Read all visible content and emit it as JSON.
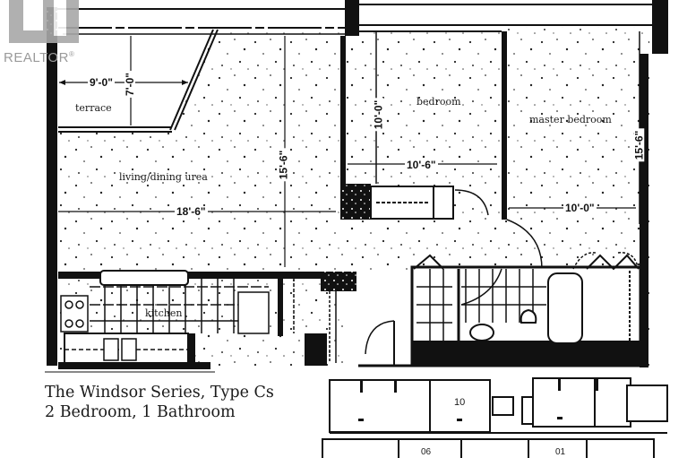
{
  "watermark": {
    "brand": "REALTOR",
    "mark": "®"
  },
  "rooms": [
    {
      "id": "terrace",
      "label": "terrace"
    },
    {
      "id": "living-dining",
      "label": "living/dining urea"
    },
    {
      "id": "bedroom",
      "label": "bedroom"
    },
    {
      "id": "master-bedroom",
      "label": "master bedroom"
    },
    {
      "id": "kitchen",
      "label": "kitchen"
    }
  ],
  "dimensions": {
    "terrace_width": "9'-0\"",
    "terrace_depth": "7'-0\"",
    "living_width": "18'-6\"",
    "living_depth": "15'-6\"",
    "bedroom_depth": "10'-0\"",
    "bedroom_width": "10'-6\"",
    "master_width": "10'-0\"",
    "master_depth": "15'-6\""
  },
  "caption": {
    "line1": "The Windsor Series, Type Cs",
    "line2": "2 Bedroom, 1 Bathroom"
  },
  "keyplan": {
    "unit_labels": [
      "10",
      "06",
      "01"
    ]
  },
  "colors": {
    "ink": "#111111",
    "paper": "#ffffff",
    "watermark": "#a0a0a0"
  }
}
